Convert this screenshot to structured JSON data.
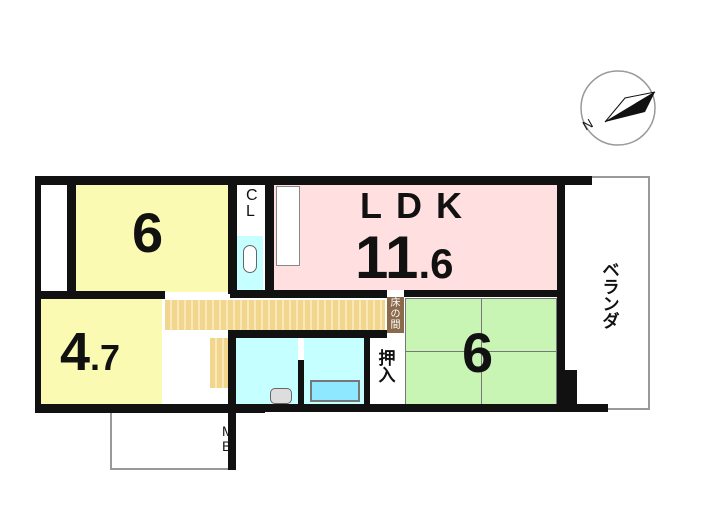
{
  "rooms": {
    "western_1": {
      "size": "6",
      "color": "#fafab2"
    },
    "western_2": {
      "size_main": "4",
      "size_decimal": ".7",
      "color": "#fafab2"
    },
    "ldk": {
      "name": "LDK",
      "size_main": "11",
      "size_decimal": ".6",
      "color": "#ffdfdf"
    },
    "japanese": {
      "size": "6",
      "color": "#c9f5b4"
    },
    "tokonoma": "床の間",
    "oshiire": "押入",
    "closet": [
      "C",
      "L"
    ],
    "meter_box": [
      "M",
      "B"
    ],
    "balcony": "ベランダ"
  },
  "compass": {
    "label": "N"
  }
}
